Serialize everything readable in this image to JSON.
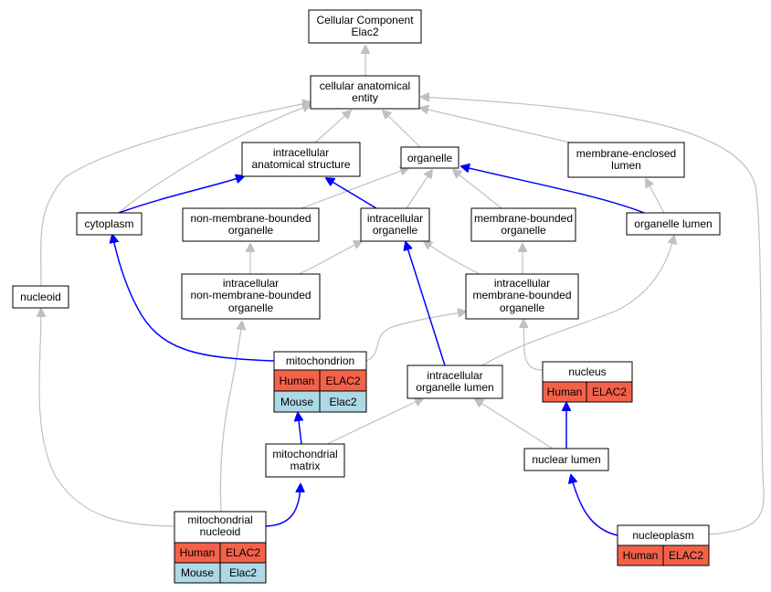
{
  "colors": {
    "human": "#f46149",
    "mouse": "#add8e6",
    "is_a_edge": "#c0c0c0",
    "part_of_edge": "#0000ff"
  },
  "nodes": {
    "root": [
      "Cellular Component",
      "Elac2"
    ],
    "cae": [
      "cellular anatomical",
      "entity"
    ],
    "ias": [
      "intracellular",
      "anatomical structure"
    ],
    "organelle": [
      "organelle"
    ],
    "mel": [
      "membrane-enclosed",
      "lumen"
    ],
    "cytoplasm": [
      "cytoplasm"
    ],
    "nmbo": [
      "non-membrane-bounded",
      "organelle"
    ],
    "io": [
      "intracellular",
      "organelle"
    ],
    "mbo": [
      "membrane-bounded",
      "organelle"
    ],
    "ol": [
      "organelle lumen"
    ],
    "nucleoid": [
      "nucleoid"
    ],
    "inmbo": [
      "intracellular",
      "non-membrane-bounded",
      "organelle"
    ],
    "imbo": [
      "intracellular",
      "membrane-bounded",
      "organelle"
    ],
    "mito": [
      "mitochondrion"
    ],
    "iol": [
      "intracellular",
      "organelle lumen"
    ],
    "nucleus": [
      "nucleus"
    ],
    "mm": [
      "mitochondrial",
      "matrix"
    ],
    "nl": [
      "nuclear lumen"
    ],
    "mn": [
      "mitochondrial",
      "nucleoid"
    ],
    "np": [
      "nucleoplasm"
    ]
  },
  "annotations": {
    "mito": [
      [
        "Human",
        "ELAC2"
      ],
      [
        "Mouse",
        "Elac2"
      ]
    ],
    "nucleus": [
      [
        "Human",
        "ELAC2"
      ]
    ],
    "mn": [
      [
        "Human",
        "ELAC2"
      ],
      [
        "Mouse",
        "Elac2"
      ]
    ],
    "np": [
      [
        "Human",
        "ELAC2"
      ]
    ]
  }
}
